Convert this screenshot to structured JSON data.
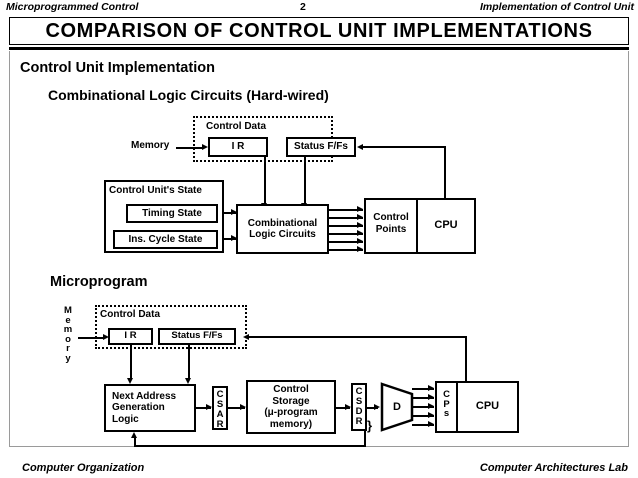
{
  "header": {
    "left": "Microprogrammed Control",
    "page_number": "2",
    "right": "Implementation of Control Unit"
  },
  "title": "COMPARISON  OF  CONTROL  UNIT  IMPLEMENTATIONS",
  "sections": {
    "main_heading": "Control Unit Implementation",
    "hardwired_heading": "Combinational Logic Circuits (Hard-wired)",
    "microprogram_heading": "Microprogram"
  },
  "hardwired": {
    "memory_label": "Memory",
    "control_data_label": "Control Data",
    "ir_label": "I R",
    "status_ffs_label": "Status F/Fs",
    "control_unit_state_label": "Control Unit's State",
    "timing_state_label": "Timing State",
    "ins_cycle_state_label": "Ins. Cycle State",
    "combinational_logic_label": "Combinational\nLogic Circuits",
    "combinational_logic_line1": "Combinational",
    "combinational_logic_line2": "Logic Circuits",
    "control_points_line1": "Control",
    "control_points_line2": "Points",
    "cpu_label": "CPU"
  },
  "microprogram": {
    "memory_letters": [
      "M",
      "e",
      "m",
      "o",
      "r",
      "y"
    ],
    "control_data_label": "Control Data",
    "ir_label": "I R",
    "status_ffs_label": "Status F/Fs",
    "next_address_line1": "Next Address",
    "next_address_line2": "Generation",
    "next_address_line3": "Logic",
    "csar_letters": [
      "C",
      "S",
      "A",
      "R"
    ],
    "control_storage_line1": "Control",
    "control_storage_line2": "Storage",
    "control_storage_line3": "(μ-program",
    "control_storage_line4": "memory)",
    "csdr_letters": [
      "C",
      "S",
      "D",
      "R"
    ],
    "decoder_label": "D",
    "cps_letters": [
      "C",
      "P",
      "s"
    ],
    "cpu_label": "CPU"
  },
  "footer": {
    "left": "Computer Organization",
    "right": "Computer Architectures Lab"
  },
  "colors": {
    "ink": "#000000",
    "paper": "#ffffff",
    "frame": "#9a9a9a"
  }
}
